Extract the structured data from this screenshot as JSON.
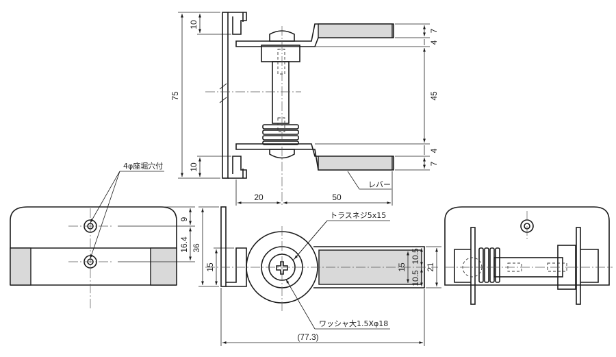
{
  "dimensions": {
    "d75": "75",
    "d10a": "10",
    "d10b": "10",
    "d7a": "7",
    "d4a": "4",
    "d45": "45",
    "d4b": "4",
    "d7b": "7",
    "d20": "20",
    "d50": "50",
    "d9": "9",
    "d16_4": "16.4",
    "d36": "36",
    "d15a": "15",
    "d15b": "15",
    "d10_5a": "10.5",
    "d10_5b": "10.5",
    "d21": "21",
    "d77_3": "(77.3)"
  },
  "notes": {
    "lever": "レバー",
    "holes": "4φ座堀穴付",
    "screw": "トラスネジ5x15",
    "washer": "ワッシャ大1.5Xφ18"
  }
}
